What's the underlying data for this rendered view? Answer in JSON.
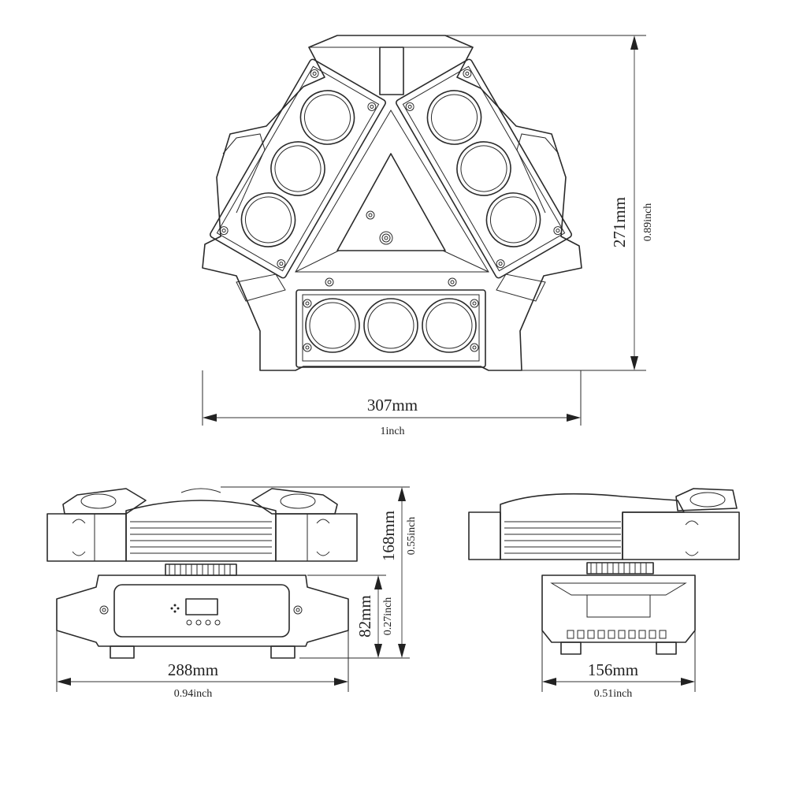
{
  "dimensions": {
    "top_width": {
      "mm": "307mm",
      "inch": "1inch"
    },
    "top_height": {
      "mm": "271mm",
      "inch": "0.89inch"
    },
    "front_total_height": {
      "mm": "168mm",
      "inch": "0.55inch"
    },
    "front_base_height": {
      "mm": "82mm",
      "inch": "0.27inch"
    },
    "front_width": {
      "mm": "288mm",
      "inch": "0.94inch"
    },
    "side_width": {
      "mm": "156mm",
      "inch": "0.51inch"
    }
  }
}
